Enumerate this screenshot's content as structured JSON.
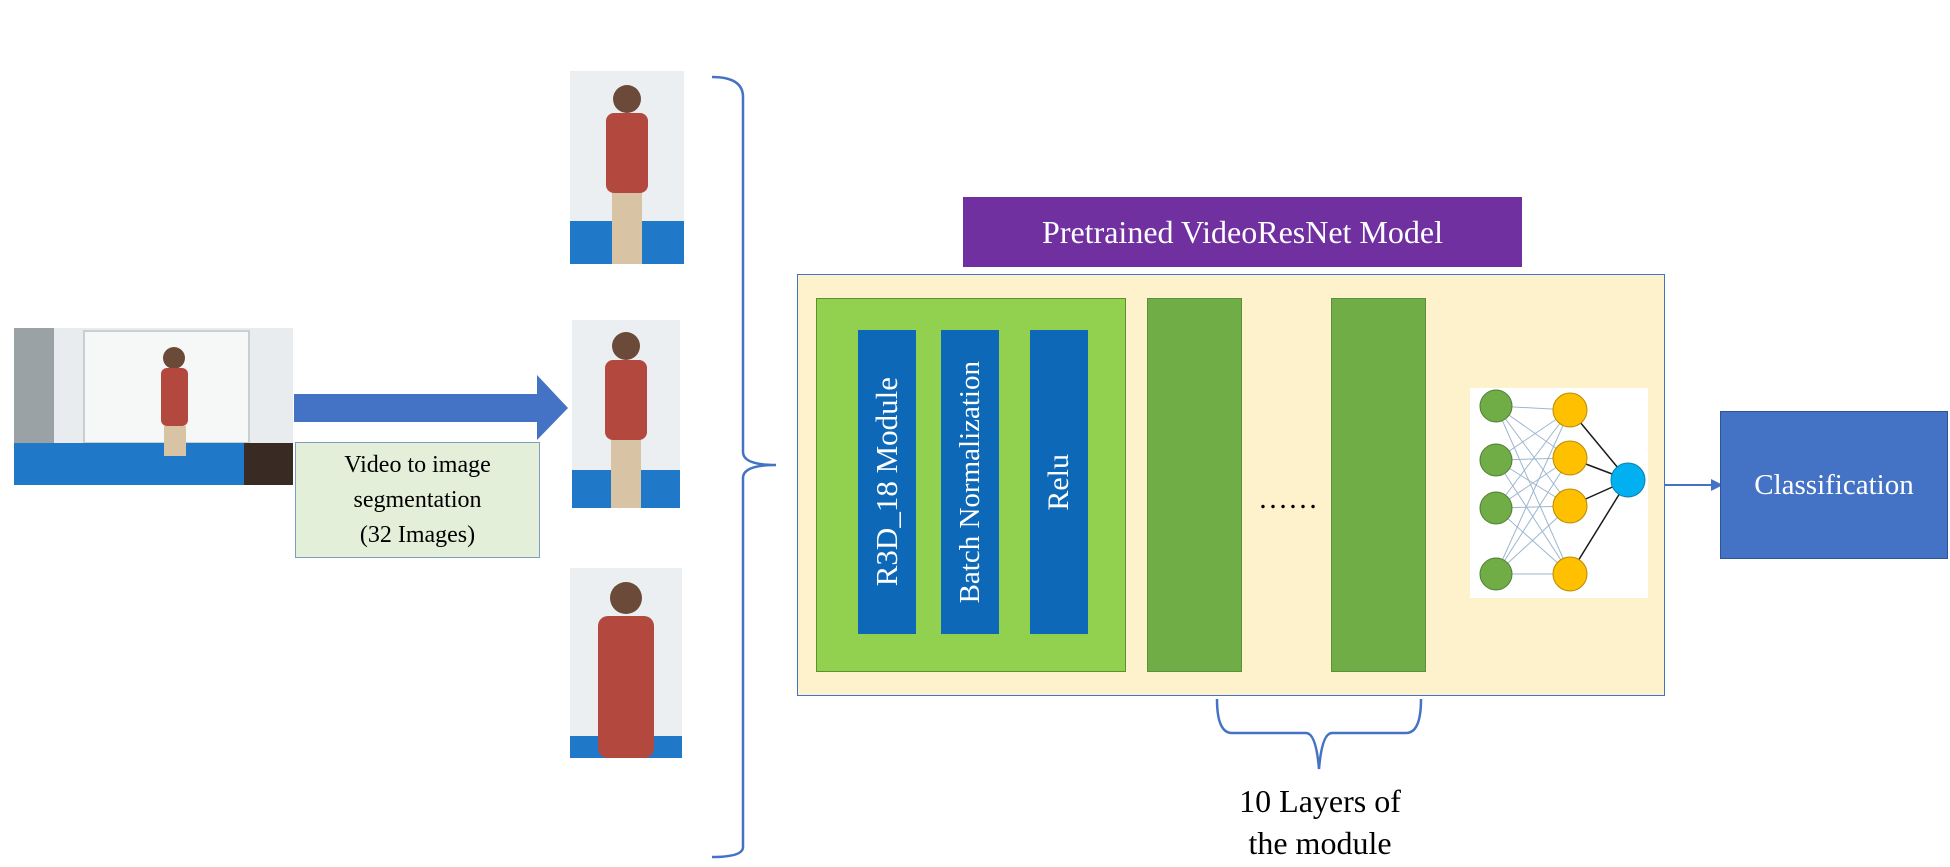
{
  "segmentation_box": {
    "line1": "Video to image",
    "line2": "segmentation",
    "line3": "(32 Images)"
  },
  "model_title": "Pretrained VideoResNet Model",
  "module": {
    "r3d": "R3D_18 Module",
    "batchnorm": "Batch Normalization",
    "relu": "Relu"
  },
  "ellipsis": "……",
  "classification": "Classification",
  "layers_label": {
    "line1": "10 Layers of",
    "line2": "the module"
  },
  "colors": {
    "arrow_blue": "#4472c4",
    "box_green_fill": "#e3efd9",
    "title_purple": "#7030a0",
    "model_bg": "#fef2cc",
    "light_green": "#92d050",
    "module_green": "#70ad47",
    "dark_blue": "#0d68b7",
    "class_blue": "#4472c4",
    "node_green": "#70ad47",
    "node_orange": "#ffc000",
    "node_cyan": "#00b0f0"
  }
}
